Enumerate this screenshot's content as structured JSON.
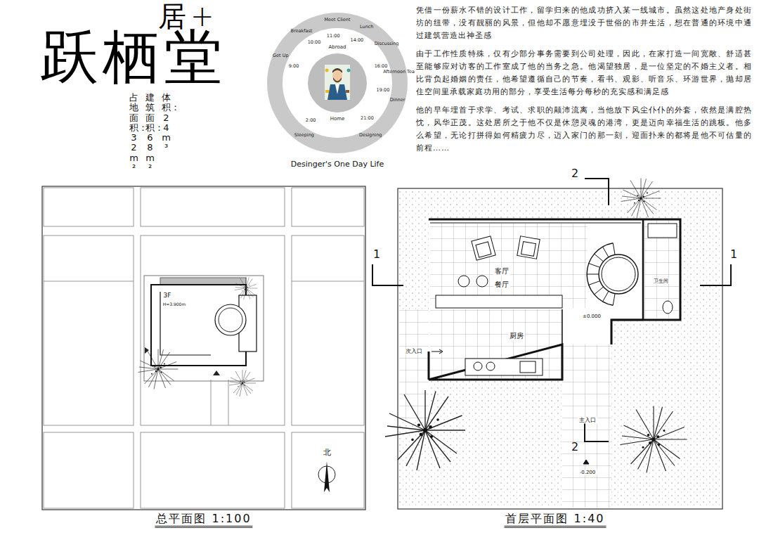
{
  "diagram": {
    "title": "跃栖堂",
    "labels": [
      "居+",
      "体积：24m³",
      "建筑面积：68m²",
      "占地面积：32m²",
      "Desinger's One Day Life",
      "Meet Client",
      "Lunch",
      "Discussing",
      "Afternoon Tea",
      "Dinner",
      "Designing",
      "Home",
      "Sleeping",
      "Get Up",
      "Breakfast",
      "Abroad",
      "11:00",
      "14:00",
      "16:00",
      "19:00",
      "21:00",
      "2:00",
      "9:00",
      "10:00",
      "凭借一份薪水不错的设计工作，留学归来的他成功挤入某一线城市。虽然这处地产身处街坊的纽带，没有靓丽的风景，但他却不愿意埋没于世俗的市井生活，想在普通的环境中通过建筑营造出神圣感",
      "由于工作性质特殊，仅有少部分事务需要到公司处理，因此，在家打造一间宽敞、舒适甚至能够应对访客的工作室成了他的当务之急。他渴望独居，是一位坚定的不婚主义者。相比背负起婚姻的责任，他希望遵循自己的节奏，看书、观影、听音乐、环游世界，抛却居住空间里承载家庭功用的部分，享受生活每分每秒的充实感和满足感",
      "他的早年埋首于求学、考试、求职的颠沛流离，当他放下风尘仆仆的外套，依然是满腔热忱，风华正茂。这处居所之于他不仅是休憩灵魂的港湾，更是迈向幸福生活的跳板。他多么希望，无论打拼得如何精疲力尽，迈入家门的那一刻，迎面扑来的都将是他不可估量的前程……",
      "3F",
      "H=3.900m",
      "北",
      "总平面图 1:100",
      "客厅",
      "餐厅",
      "±0.000",
      "厨房",
      "卫生间",
      "次入口",
      "主入口",
      "-0.200",
      "1",
      "1",
      "2",
      "2",
      "首层平面图 1:40"
    ]
  }
}
